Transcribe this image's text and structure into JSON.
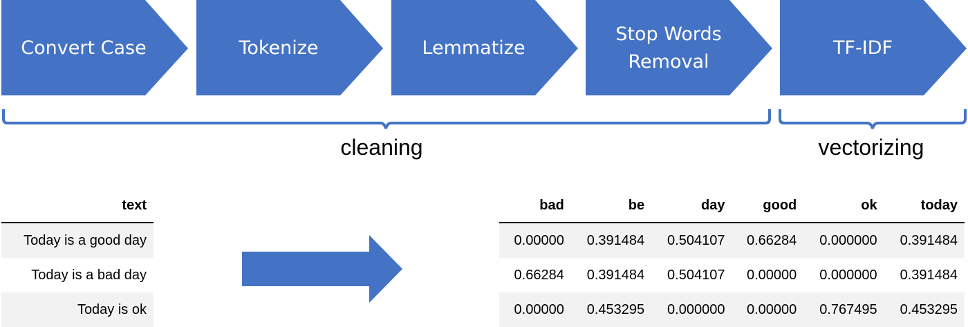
{
  "colors": {
    "step_fill": "#4472C4",
    "brace": "#4472C4",
    "arrow_fill": "#4472C4",
    "row_shade": "#F2F2F2"
  },
  "pipeline": {
    "steps": [
      {
        "label": "Convert Case"
      },
      {
        "label": "Tokenize"
      },
      {
        "label": "Lemmatize"
      },
      {
        "label": "Stop Words Removal"
      },
      {
        "label": "TF-IDF"
      }
    ]
  },
  "groups": [
    {
      "label": "cleaning"
    },
    {
      "label": "vectorizing"
    }
  ],
  "input_table": {
    "header": "text",
    "rows": [
      "Today is a good day",
      "Today is a bad day",
      "Today is ok"
    ]
  },
  "output_table": {
    "columns": [
      "bad",
      "be",
      "day",
      "good",
      "ok",
      "today"
    ],
    "rows": [
      [
        "0.00000",
        "0.391484",
        "0.504107",
        "0.66284",
        "0.000000",
        "0.391484"
      ],
      [
        "0.66284",
        "0.391484",
        "0.504107",
        "0.00000",
        "0.000000",
        "0.391484"
      ],
      [
        "0.00000",
        "0.453295",
        "0.000000",
        "0.00000",
        "0.767495",
        "0.453295"
      ]
    ]
  }
}
